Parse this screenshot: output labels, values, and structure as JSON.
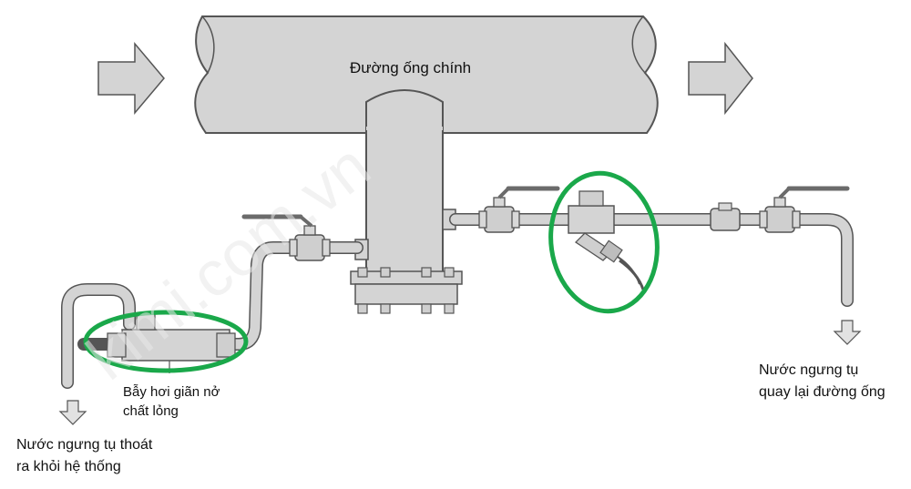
{
  "labels": {
    "main_pipe": "Đường ống chính",
    "trap_line1": "Bẫy hơi giãn nở",
    "trap_line2": "chất lỏng",
    "left_outlet_line1": "Nước ngưng tụ thoát",
    "left_outlet_line2": "ra khỏi hệ thống",
    "right_outlet_line1": "Nước ngưng tụ",
    "right_outlet_line2": "quay lại đường ống"
  },
  "watermark": "kimi.com.vn",
  "colors": {
    "pipe_fill": "#d4d4d4",
    "pipe_stroke": "#555555",
    "highlight_ring": "#1aa84a",
    "valve_handle": "#6b6b6b"
  }
}
